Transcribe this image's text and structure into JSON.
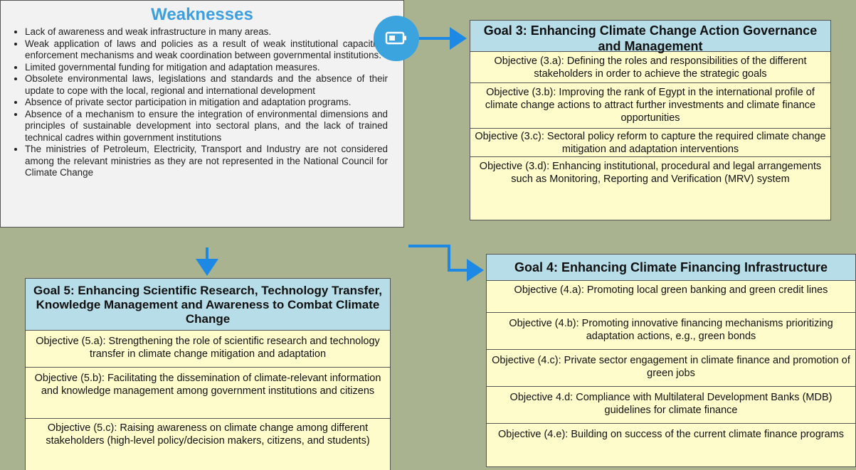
{
  "weaknesses": {
    "title": "Weaknesses",
    "items": [
      "Lack of awareness and weak infrastructure in many areas.",
      "Weak application of laws and policies as a result of weak institutional capacities, enforcement mechanisms and weak coordination between governmental institutions.",
      "Limited governmental funding for mitigation and adaptation measures.",
      "Obsolete environmental laws, legislations and standards and the absence of their update to cope with the local, regional and international development",
      "Absence of private sector participation in mitigation and adaptation programs.",
      "Absence of a mechanism to ensure the integration of environmental dimensions and principles of sustainable development into sectoral plans, and the lack of trained technical cadres within government institutions",
      "The ministries of Petroleum, Electricity, Transport and Industry are not considered among the relevant ministries as they are not represented in the National Council for Climate Change"
    ]
  },
  "goal3": {
    "title": "Goal 3: Enhancing Climate Change Action Governance and Management",
    "objectives": [
      "Objective (3.a): Defining the roles and responsibilities of the different stakeholders in order to achieve the strategic goals",
      "Objective (3.b): Improving the rank of Egypt in the international profile of climate change actions to attract further investments and climate finance opportunities",
      "Objective (3.c): Sectoral policy reform to capture the required climate change mitigation and adaptation interventions",
      "Objective (3.d): Enhancing institutional, procedural and legal arrangements such as Monitoring, Reporting and Verification (MRV) system"
    ]
  },
  "goal4": {
    "title": "Goal 4: Enhancing Climate Financing Infrastructure",
    "objectives": [
      "Objective (4.a): Promoting local green banking and green credit lines",
      "Objective (4.b): Promoting innovative financing mechanisms prioritizing adaptation actions, e.g., green bonds",
      "Objective (4.c): Private sector engagement in climate finance and promotion of green jobs",
      "Objective 4.d: Compliance with Multilateral Development Banks (MDB) guidelines for climate finance",
      "Objective (4.e): Building on success of the current climate finance programs"
    ]
  },
  "goal5": {
    "title": "Goal 5: Enhancing Scientific Research, Technology Transfer, Knowledge Management and Awareness to Combat Climate Change",
    "objectives": [
      "Objective (5.a): Strengthening the role of scientific research and technology transfer in climate change mitigation and adaptation",
      "Objective (5.b): Facilitating the dissemination of climate-relevant information and knowledge management among government institutions and citizens",
      "Objective (5.c): Raising awareness on climate change among different stakeholders (high-level policy/decision makers, citizens, and students)"
    ]
  },
  "connector_icon": "battery-icon",
  "colors": {
    "background": "#a9b390",
    "title_header": "#b7dde8",
    "objective_fill": "#fefccb",
    "weakness_title": "#3e9fe0",
    "arrow": "#1e88e5"
  }
}
